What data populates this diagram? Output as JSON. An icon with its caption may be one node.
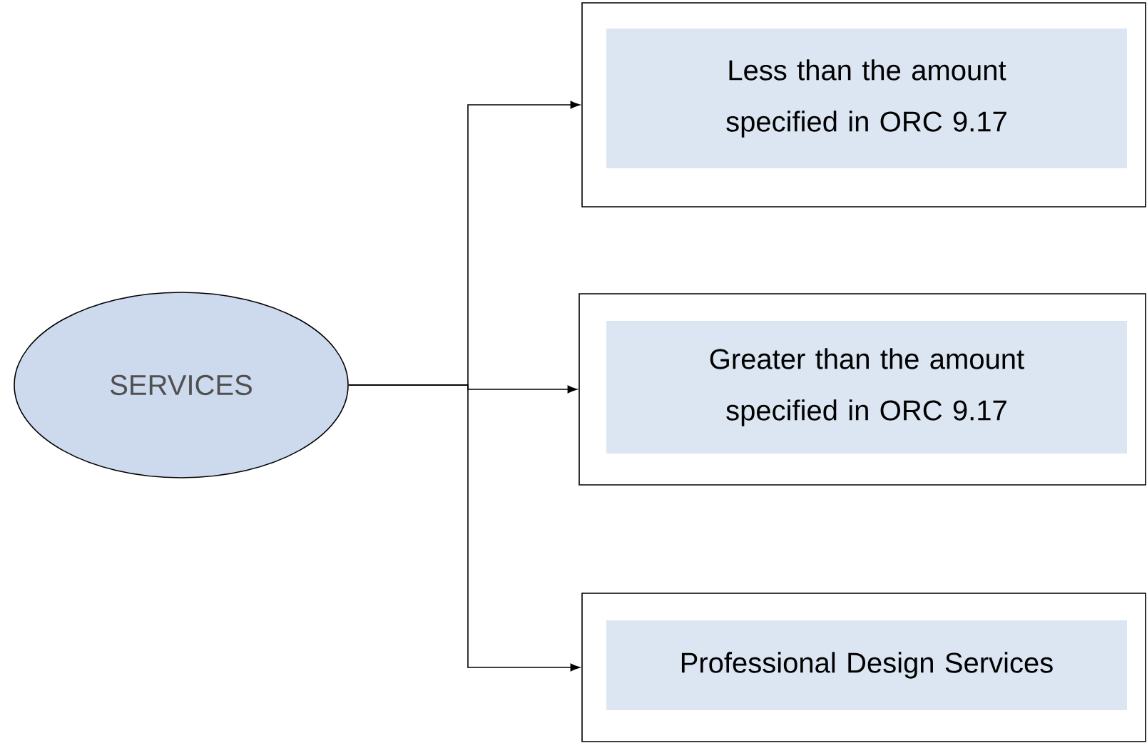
{
  "diagram": {
    "nodes": [
      {
        "text": [
          "SERVICES"
        ]
      },
      {
        "text": [
          "Less than the amount specified in ORC 9.17"
        ]
      },
      {
        "text": [
          "Greater than the amount specified in ORC 9.17"
        ]
      },
      {
        "text": [
          "Professional Design Services"
        ]
      }
    ],
    "edges": [
      {
        "from": 0,
        "to": 1,
        "arrow": "to"
      },
      {
        "from": 0,
        "to": 2,
        "arrow": "to"
      },
      {
        "from": 0,
        "to": 3,
        "arrow": "to"
      }
    ]
  }
}
